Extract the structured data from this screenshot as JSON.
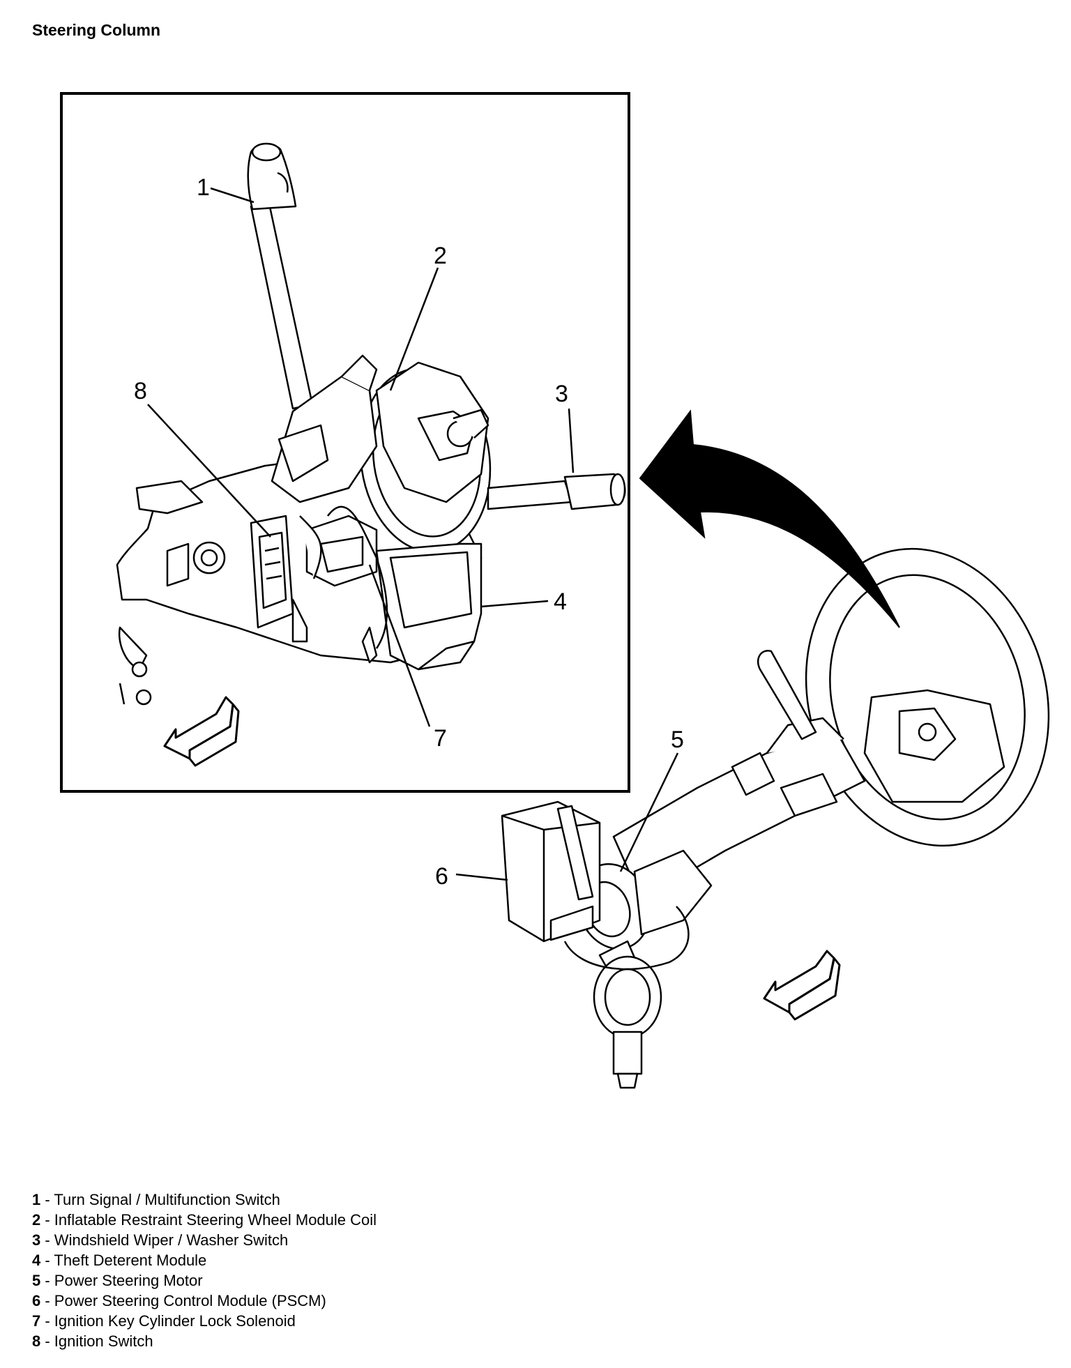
{
  "title": "Steering Column",
  "callouts": [
    "1",
    "2",
    "3",
    "4",
    "5",
    "6",
    "7",
    "8"
  ],
  "legend": [
    {
      "num": "1",
      "text": " - Turn Signal / Multifunction Switch"
    },
    {
      "num": "2",
      "text": " - Inflatable Restraint Steering Wheel Module Coil"
    },
    {
      "num": "3",
      "text": " - Windshield Wiper / Washer Switch"
    },
    {
      "num": "4",
      "text": " - Theft Deterent Module"
    },
    {
      "num": "5",
      "text": " - Power Steering Motor"
    },
    {
      "num": "6",
      "text": " - Power Steering Control Module (PSCM)"
    },
    {
      "num": "7",
      "text": " - Ignition Key Cylinder Lock Solenoid"
    },
    {
      "num": "8",
      "text": " - Ignition Switch"
    }
  ]
}
